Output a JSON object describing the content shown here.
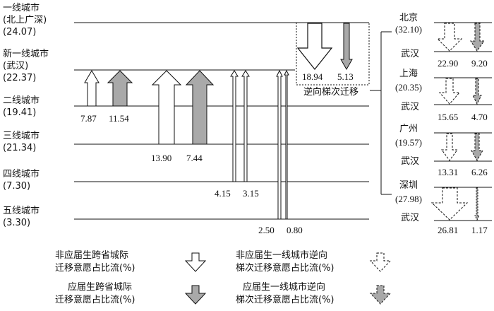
{
  "tiers": [
    {
      "name": "一线城市",
      "sub": "(北上广深)",
      "value": "(24.07)"
    },
    {
      "name": "新一线城市",
      "sub": "(武汉)",
      "value": "(22.37)"
    },
    {
      "name": "二线城市",
      "value": "(19.41)"
    },
    {
      "name": "三线城市",
      "value": "(21.34)"
    },
    {
      "name": "四线城市",
      "value": "(7.30)"
    },
    {
      "name": "五线城市",
      "value": "(3.30)"
    }
  ],
  "flows": [
    {
      "from_tier": "二线城市",
      "nongrad": "7.87",
      "grad": "11.54",
      "nongrad_value": 7.87,
      "grad_value": 11.54
    },
    {
      "from_tier": "三线城市",
      "nongrad": "13.90",
      "grad": "7.44",
      "nongrad_value": 13.9,
      "grad_value": 7.44
    },
    {
      "from_tier": "四线城市",
      "nongrad": "4.15",
      "grad": "3.15",
      "nongrad_value": 4.15,
      "grad_value": 3.15
    },
    {
      "from_tier": "五线城市",
      "nongrad": "2.50",
      "grad": "0.80",
      "nongrad_value": 2.5,
      "grad_value": 0.8
    }
  ],
  "reverse": {
    "nongrad": "18.94",
    "grad": "5.13",
    "nongrad_value": 18.94,
    "grad_value": 5.13,
    "label": "逆向梯次迁移"
  },
  "cities": [
    {
      "name": "北京",
      "value": "(32.10)",
      "dest": "武汉",
      "nongrad": "22.90",
      "grad": "9.20"
    },
    {
      "name": "上海",
      "value": "(20.35)",
      "dest": "武汉",
      "nongrad": "15.65",
      "grad": "4.70"
    },
    {
      "name": "广州",
      "value": "(19.57)",
      "dest": "武汉",
      "nongrad": "13.31",
      "grad": "6.26"
    },
    {
      "name": "深圳",
      "value": "(27.98)",
      "dest": "武汉",
      "nongrad": "26.81",
      "grad": "1.17"
    }
  ],
  "legend": [
    {
      "line1": "非应届生跨省城际",
      "line2": "迁移意愿占比流(%)",
      "style": "white-solid"
    },
    {
      "line1": "非应届生一线城市逆向",
      "line2": "梯次迁移意愿占比流(%)",
      "style": "white-dashed"
    },
    {
      "line1": "应届生跨省城际",
      "line2": "迁移意愿占比流(%)",
      "style": "gray-solid"
    },
    {
      "line1": "应届生一线城市逆向",
      "line2": "梯次迁移意愿占比流(%)",
      "style": "gray-dashed"
    }
  ],
  "colors": {
    "grad_fill": "#a9a9a9",
    "nongrad_fill": "#ffffff",
    "stroke": "#111111"
  }
}
